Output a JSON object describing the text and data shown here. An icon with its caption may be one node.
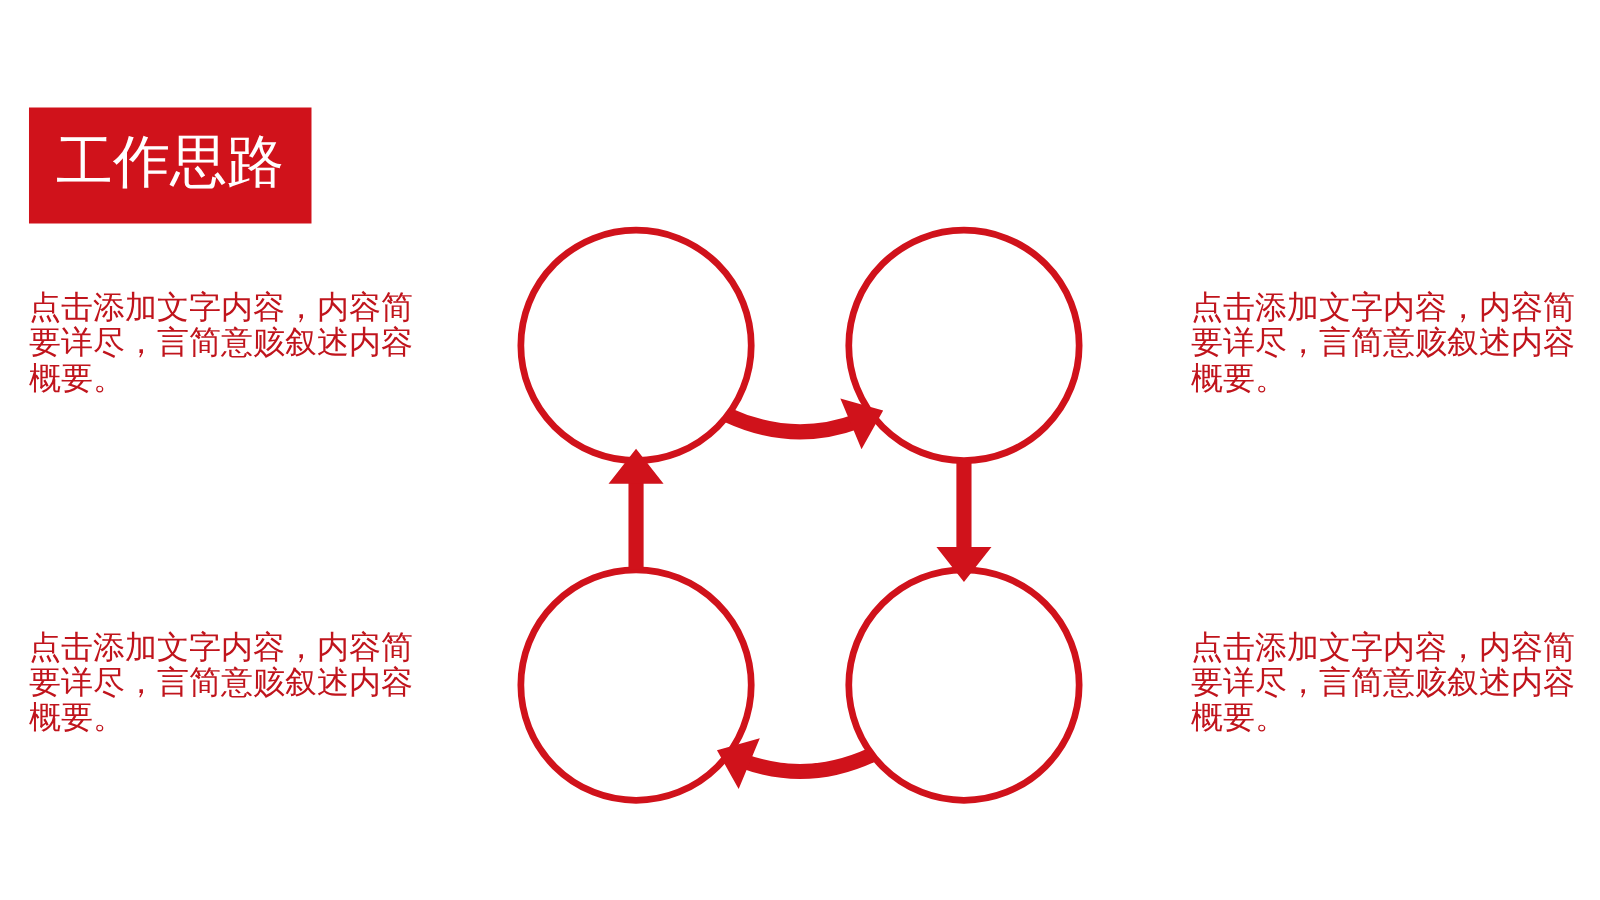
{
  "diagram": {
    "title": "工作思路",
    "nodes": [
      {
        "text": [],
        "shape": "circle",
        "beside": [
          "点击添加文字内容，内容简要详尽，言简意赅叙述内容概要。"
        ]
      },
      {
        "text": [],
        "shape": "circle",
        "beside": [
          "点击添加文字内容，内容简要详尽，言简意赅叙述内容概要。"
        ]
      },
      {
        "text": [],
        "shape": "circle",
        "beside": [
          "点击添加文字内容，内容简要详尽，言简意赅叙述内容概要。"
        ]
      },
      {
        "text": [],
        "shape": "circle",
        "beside": [
          "点击添加文字内容，内容简要详尽，言简意赅叙述内容概要。"
        ]
      }
    ],
    "edges": [
      {
        "from": 0,
        "to": 1,
        "arrow": "to"
      },
      {
        "from": 1,
        "to": 3,
        "arrow": "to"
      },
      {
        "from": 3,
        "to": 2,
        "arrow": "to"
      },
      {
        "from": 2,
        "to": 0,
        "arrow": "to"
      }
    ]
  }
}
